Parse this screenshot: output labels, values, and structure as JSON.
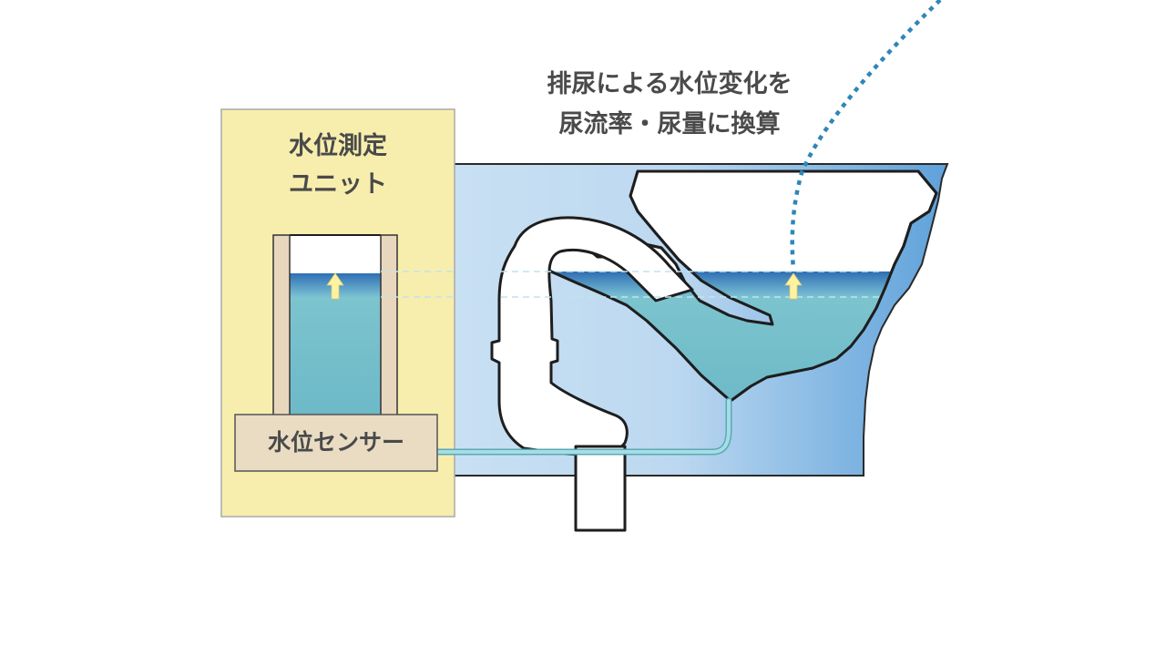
{
  "annotation": {
    "line1": "排尿による水位変化を",
    "line2": "尿流率・尿量に換算"
  },
  "measurement_unit": {
    "title_line1": "水位測定",
    "title_line2": "ユニット",
    "sensor_label": "水位センサー"
  },
  "colors": {
    "unit_background": "#f7eeae",
    "sensor_box": "#e9dcc3",
    "water": "#7ec5cf",
    "toilet_body": "#5ea1da",
    "connector_tube": "#8ecfd6",
    "indicator_arrow": "#fff3a0",
    "urine_stream": "#2f86b8"
  }
}
